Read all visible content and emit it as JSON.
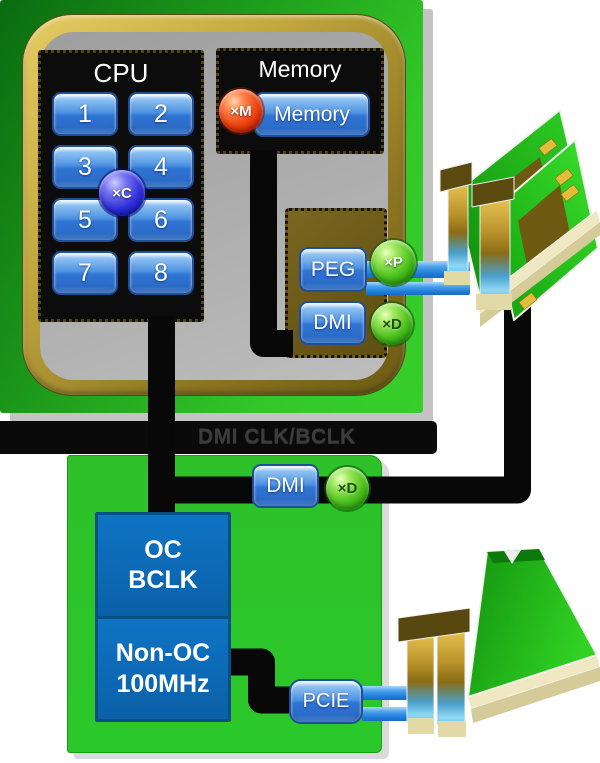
{
  "package": {
    "cpu_box": {
      "title": "CPU",
      "cores": [
        "1",
        "2",
        "3",
        "4",
        "5",
        "6",
        "7",
        "8"
      ],
      "ratio_badge": "×C"
    },
    "memory_box": {
      "title": "Memory",
      "controller_label": "Memory",
      "ratio_badge": "×M"
    },
    "io_box": {
      "peg_label": "PEG",
      "peg_ratio_badge": "×P",
      "dmi_label": "DMI",
      "dmi_ratio_badge": "×D"
    }
  },
  "bus_label": "DMI CLK/BCLK",
  "pch": {
    "dmi_label": "DMI",
    "dmi_ratio_badge": "×D",
    "oc_block": {
      "line1": "OC",
      "line2": "BCLK"
    },
    "non_oc_block": {
      "line1": "Non-OC",
      "line2": "100MHz"
    },
    "pcie_label": "PCIE"
  },
  "colors": {
    "package_green_dark": "#0b6b10",
    "package_green_bright": "#37ce2b",
    "pch_green": "#2bc82b",
    "gold_ring": "#c2a73e",
    "panel_gray": "#aeaeae",
    "glossy_button_blue": "#2f74d4",
    "flat_block_blue": "#0b60a8",
    "link_blue": "#1e7cd8",
    "connector_black": "#080808",
    "badge_green": "#4ec21e",
    "badge_blue": "#3030da",
    "badge_red": "#ea400e"
  }
}
